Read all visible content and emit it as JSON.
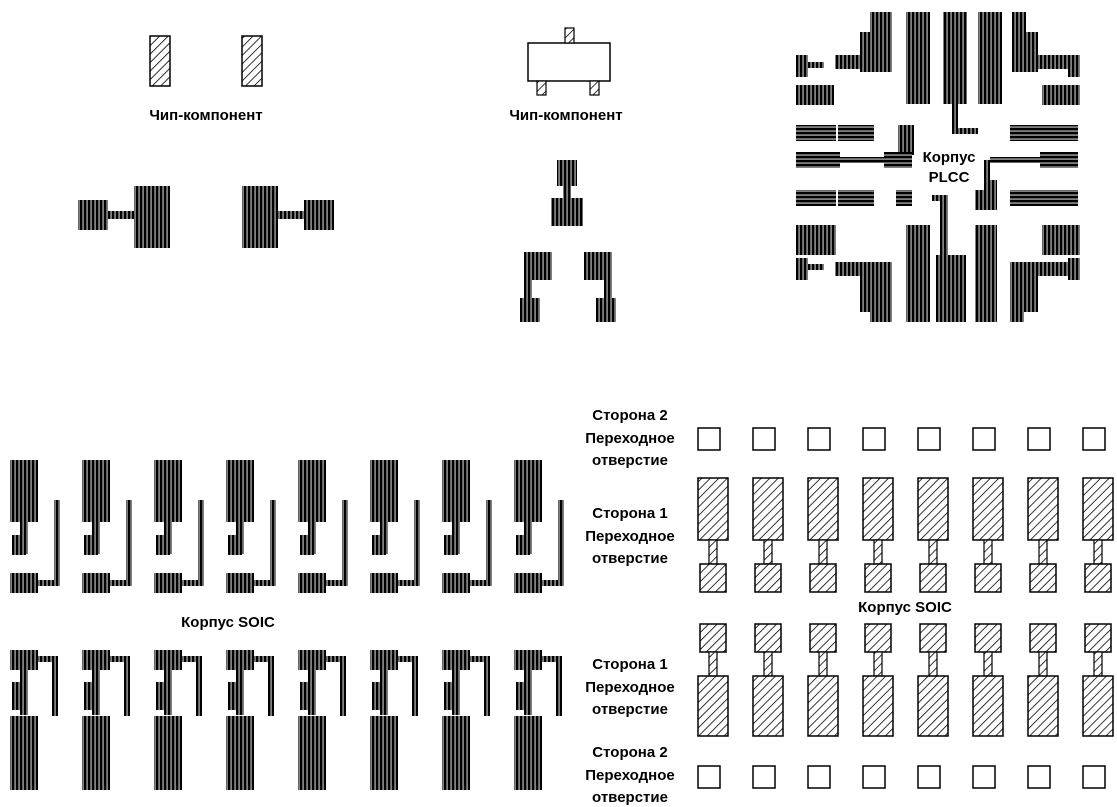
{
  "labels": {
    "chip_label_1": "Чип-компонент",
    "chip_label_2": "Чип-компонент",
    "plcc_line1": "Корпус",
    "plcc_line2": "PLCC",
    "soic_left": "Корпус SOIC",
    "soic_right": "Корпус SOIC",
    "side2_top_l1": "Сторона 2",
    "side2_top_l2": "Переходное",
    "side2_top_l3": "отверстие",
    "side1_top_l1": "Сторона 1",
    "side1_top_l2": "Переходное",
    "side1_top_l3": "отверстие",
    "side1_bot_l1": "Сторона 1",
    "side1_bot_l2": "Переходное",
    "side1_bot_l3": "отверстие",
    "side2_bot_l1": "Сторона 2",
    "side2_bot_l2": "Переходное",
    "side2_bot_l3": "отверстие"
  },
  "colors": {
    "ink": "#000000",
    "paper": "#ffffff"
  }
}
